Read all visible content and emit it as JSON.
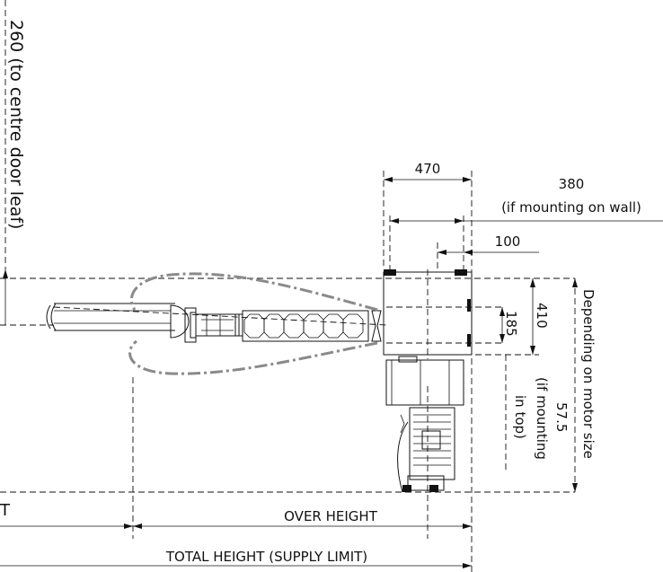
{
  "dimensions": {
    "dim_260": "260 (to centre door leaf)",
    "dim_470": "470",
    "dim_380": "380",
    "dim_380_note": "(if mounting on wall)",
    "dim_100": "100",
    "dim_410": "410",
    "dim_185": "185",
    "dim_575": "57.5",
    "dim_575_note_1": "(if mounting",
    "dim_575_note_2": "in top)",
    "motor_note": "Depending on motor size",
    "over_height": "OVER HEIGHT",
    "total_height": "TOTAL HEIGHT (SUPPLY LIMIT)",
    "left_edge_label": "T"
  }
}
